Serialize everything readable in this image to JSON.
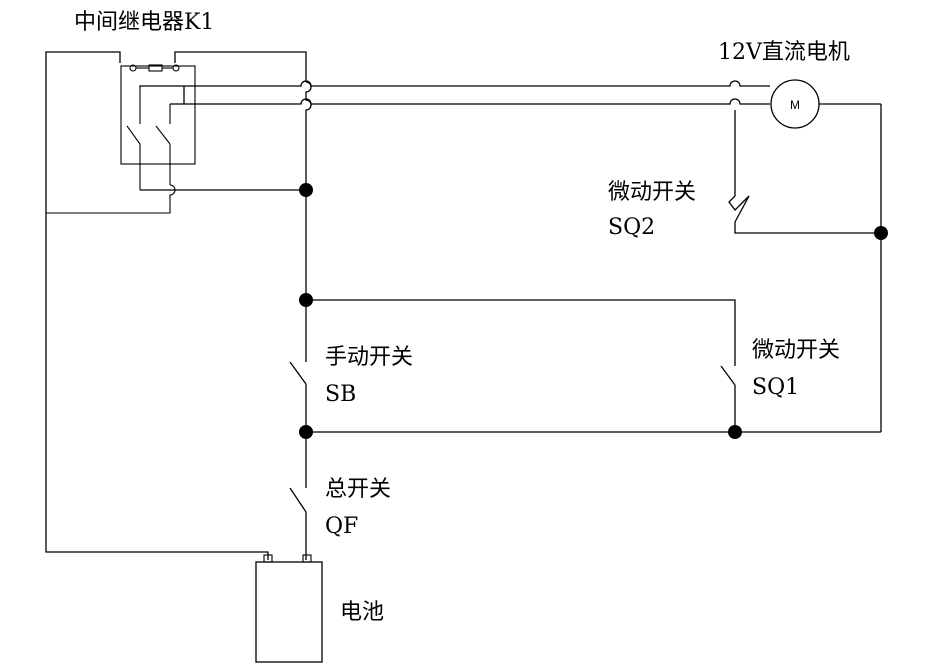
{
  "relay": {
    "label": "中间继电器K1"
  },
  "motor": {
    "label": "12V直流电机",
    "symbol": "M"
  },
  "sq2": {
    "name": "微动开关",
    "code": "SQ2"
  },
  "sb": {
    "name": "手动开关",
    "code": "SB"
  },
  "sq1": {
    "name": "微动开关",
    "code": "SQ1"
  },
  "qf": {
    "name": "总开关",
    "code": "QF"
  },
  "battery": {
    "label": "电池"
  }
}
